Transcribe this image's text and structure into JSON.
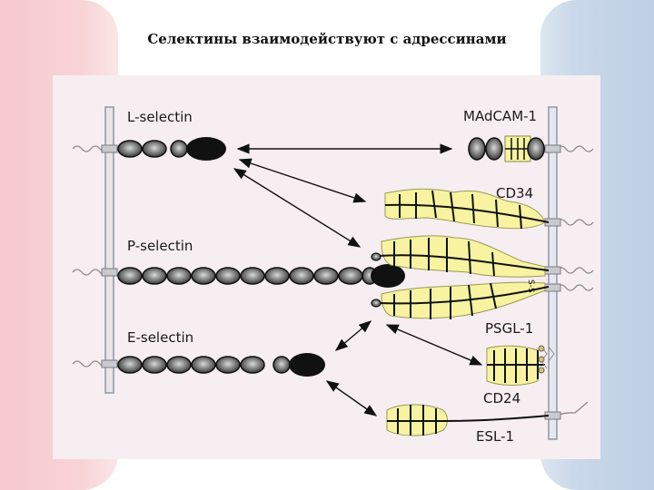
{
  "title": "Селектины взаимодействуют с адрессинами",
  "labels": {
    "l_selectin": "L-selectin",
    "p_selectin": "P-selectin",
    "e_selectin": "E-selectin",
    "madcam": "MAdCAM-1",
    "cd34": "CD34",
    "psgl": "PSGL-1",
    "cd24": "CD24",
    "esl": "ESL-1",
    "ss": "S-S"
  },
  "colors": {
    "left_bg": "#f6c9cd",
    "right_bg": "#bfd0e4",
    "mucin_fill": "#f7f3a0",
    "domain_dark": "#111111",
    "membrane": "#9aa6b4"
  }
}
